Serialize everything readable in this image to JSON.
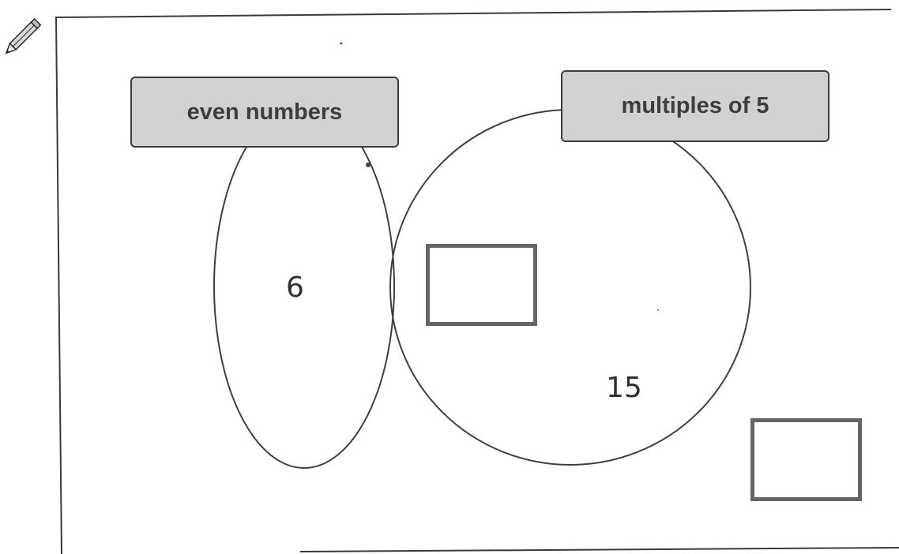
{
  "diagram": {
    "type": "venn",
    "sets": [
      {
        "id": "left",
        "label": "even numbers"
      },
      {
        "id": "right",
        "label": "multiples of 5"
      }
    ],
    "regions": {
      "left_only": "6",
      "intersection": "",
      "right_only": "15",
      "outside": ""
    }
  },
  "icons": {
    "pencil": "pencil-icon"
  },
  "colors": {
    "label_fill": "#cfd2d0",
    "line": "#3c3c3c",
    "box_border": "#656565"
  }
}
